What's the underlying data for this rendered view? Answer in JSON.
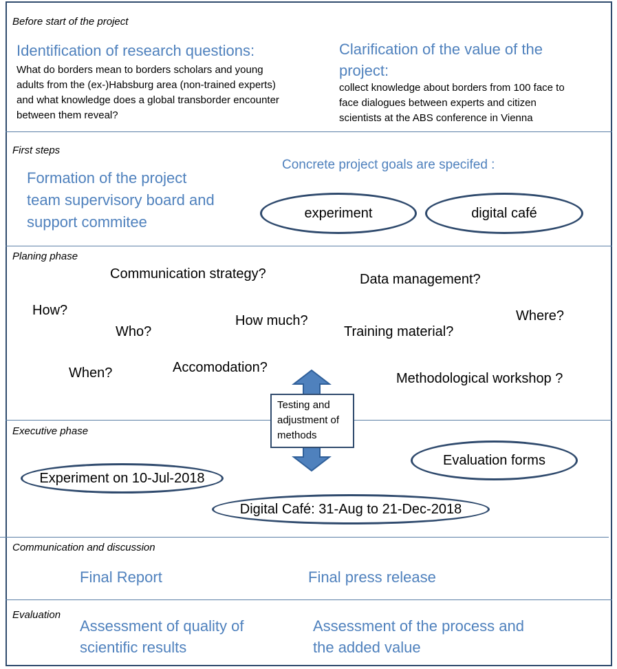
{
  "phases": {
    "before_start": {
      "label": "Before start of the project",
      "research_questions": {
        "heading": "Identification of research questions:",
        "body": [
          "What do borders mean to borders scholars and young",
          "adults from the (ex-)Habsburg area (non-trained experts)",
          "and what knowledge does a global transborder encounter",
          "between them reveal?"
        ]
      },
      "value_clarification": {
        "heading": [
          "Clarification of the value of the",
          "project:"
        ],
        "body": [
          "collect knowledge about borders from 100 face to",
          "face dialogues between experts and citizen",
          "scientists at the ABS conference in Vienna"
        ]
      }
    },
    "first_steps": {
      "label": "First steps",
      "formation": [
        "Formation of the project",
        "team supervisory board and",
        "support commitee"
      ],
      "goals_heading": "Concrete project goals are specifed :",
      "goal_experiment": "experiment",
      "goal_digital_cafe": "digital café"
    },
    "planning": {
      "label": "Planing phase",
      "questions": {
        "communication": "Communication strategy?",
        "data": "Data management?",
        "how": "How?",
        "where": "Where?",
        "who": "Who?",
        "how_much": "How much?",
        "training": "Training material?",
        "when": "When?",
        "accomodation": "Accomodation?",
        "workshop": "Methodological workshop ?"
      }
    },
    "testing_box": [
      "Testing and",
      "adjustment of",
      "methods"
    ],
    "executive": {
      "label": "Executive phase",
      "experiment": "Experiment on 10-Jul-2018",
      "evaluation_forms": "Evaluation forms",
      "digital_cafe": "Digital Café:  31-Aug to 21-Dec-2018"
    },
    "communication": {
      "label": "Communication and discussion",
      "final_report": "Final Report",
      "press_release": "Final press release"
    },
    "evaluation": {
      "label": "Evaluation",
      "quality": [
        "Assessment of quality of",
        "scientific results"
      ],
      "process": [
        "Assessment of the process and",
        "the added value"
      ]
    }
  },
  "colors": {
    "heading_blue": "#4f81bd",
    "border_navy": "#2f4a6d",
    "arrow_blue": "#4f81bd"
  }
}
